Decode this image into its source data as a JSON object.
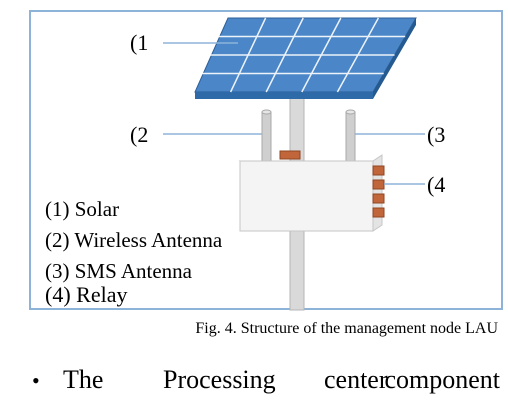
{
  "figure": {
    "callouts": {
      "c1": "(1",
      "c2": "(2",
      "c3": "(3",
      "c4": "(4"
    },
    "legend": [
      "(1) Solar",
      "(2) Wireless Antenna",
      "(3)  SMS Antenna",
      "(4) Relay"
    ],
    "caption": "Fig. 4. Structure of the management node LAU",
    "colors": {
      "frame_border": "#8db3d9",
      "panel_fill": "#4a86c8",
      "panel_edge": "#2e5f96",
      "panel_grid": "#ffffff",
      "pole": "#d3d3d3",
      "box": "#f2f2f2",
      "relay": "#c0663a",
      "leader_line": "#8db3d9"
    }
  },
  "body_text": {
    "bullet": "•",
    "words": [
      "The",
      "Processing",
      "center",
      "component"
    ]
  }
}
